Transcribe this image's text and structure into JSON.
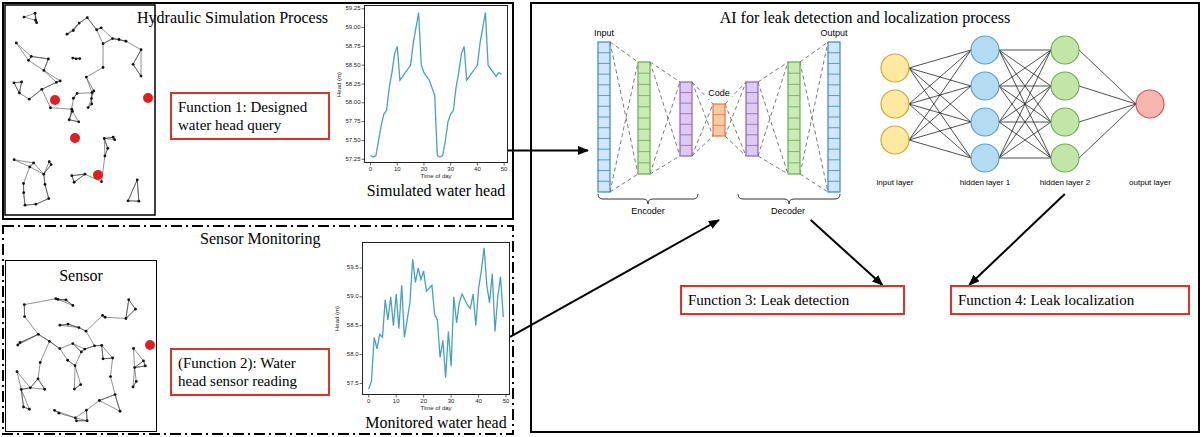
{
  "diagram": {
    "nodes": [
      {
        "text": [
          "Hydraulic Simulation Process"
        ]
      },
      {
        "text": [
          "Function 1: Designed water head query"
        ],
        "in": 0
      },
      {
        "text": [
          "Simulated water head"
        ],
        "in": 0
      },
      {
        "text": [
          "Sensor Monitoring"
        ]
      },
      {
        "text": [
          "Sensor"
        ],
        "in": 3
      },
      {
        "text": [
          "(Function 2): Water head sensor reading"
        ],
        "in": 3
      },
      {
        "text": [
          "Monitored water head"
        ],
        "in": 3
      },
      {
        "text": [
          "AI for leak detection and localization process"
        ]
      },
      {
        "text": [
          "Input",
          "Output",
          "Code",
          "Encoder",
          "Decoder"
        ],
        "in": 7
      },
      {
        "text": [
          "input layer",
          "hidden layer 1",
          "hidden layer 2",
          "output layer"
        ],
        "in": 7
      },
      {
        "text": [
          "Function 3: Leak detection"
        ],
        "in": 7
      },
      {
        "text": [
          "Function 4: Leak localization"
        ],
        "in": 7
      }
    ],
    "edges": [
      {
        "from": 2,
        "to": 8,
        "arrow": "to"
      },
      {
        "from": 6,
        "to": 8,
        "arrow": "to"
      },
      {
        "from": 8,
        "to": 10,
        "arrow": "to"
      },
      {
        "from": 9,
        "to": 11,
        "arrow": "to"
      }
    ],
    "labels": [
      "59.25",
      "59.00",
      "58.75",
      "58.50",
      "58.25",
      "58.00",
      "57.75",
      "57.50",
      "57.25",
      "Head (m)",
      "0",
      "10",
      "20",
      "30",
      "40",
      "50",
      "Time of day",
      "59.5",
      "59.0",
      "58.5",
      "58.0",
      "57.5",
      "Head (m)",
      "0",
      "10",
      "20",
      "30",
      "40",
      "50",
      "Time of day"
    ]
  }
}
